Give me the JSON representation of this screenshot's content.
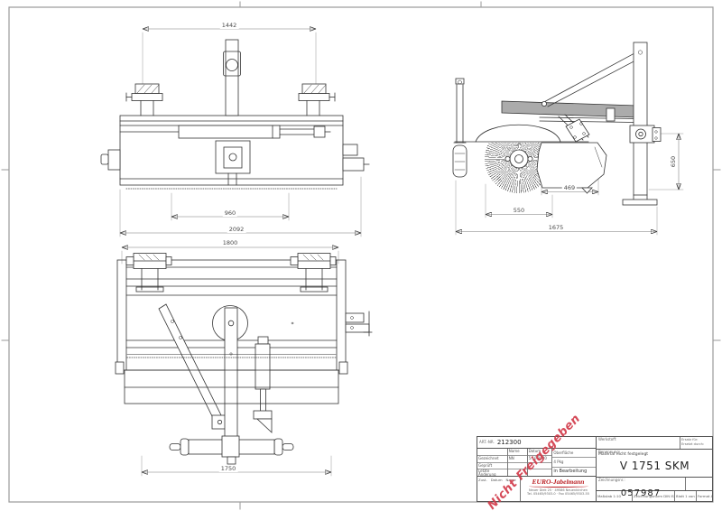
{
  "dims": {
    "top_width": "1442",
    "top_inner": "960",
    "top_overall": "2092",
    "rear_width": "1800",
    "rear_roller": "1750",
    "side_inner": "469",
    "side_brush": "550",
    "side_overall": "1675",
    "side_height": "650"
  },
  "title_block": {
    "part_no_label": "ART.-NR.",
    "part_no": "212300",
    "thead_name": "Name",
    "thead_date": "Datum",
    "drawn_label": "Gezeichnet",
    "drawn_name": "NN",
    "drawn_date": "5.10.2020",
    "checked_label": "Geprüft",
    "change_label": "Letzte Änderung",
    "rev_label": "Zust.",
    "rev_date_label": "Datum",
    "rev_name_label": "Name",
    "surface_label": "Oberfläche",
    "weight_value": "4 Pkg",
    "status_value": "in Bearbeitung",
    "material_label": "Werkstoff:",
    "material_value": "Material nicht festgelegt",
    "replace_line1": "Ersatz für:",
    "replace_line2": "Ersetzt durch:",
    "title_label": "Benennung:",
    "title_value": "V 1751 SKM",
    "drawing_label": "Zeichnungsnr.:",
    "drawing_no": "057987",
    "scale_value": "Maßstab 1:10",
    "norm_value": "Zeichnungsnorm DIN ISO",
    "sheet_value": "Blatt 1 von 1",
    "format_value": "Format A3",
    "company_name": "EURO-Jabelmann",
    "company_addr1": "Neuer Diek 25 · 49586 Neuenkirchen",
    "company_addr2": "Tel. 05465/9303-0 · Fax 05465/9303-55"
  },
  "stamp": {
    "text": "Nicht Freigegeben"
  }
}
